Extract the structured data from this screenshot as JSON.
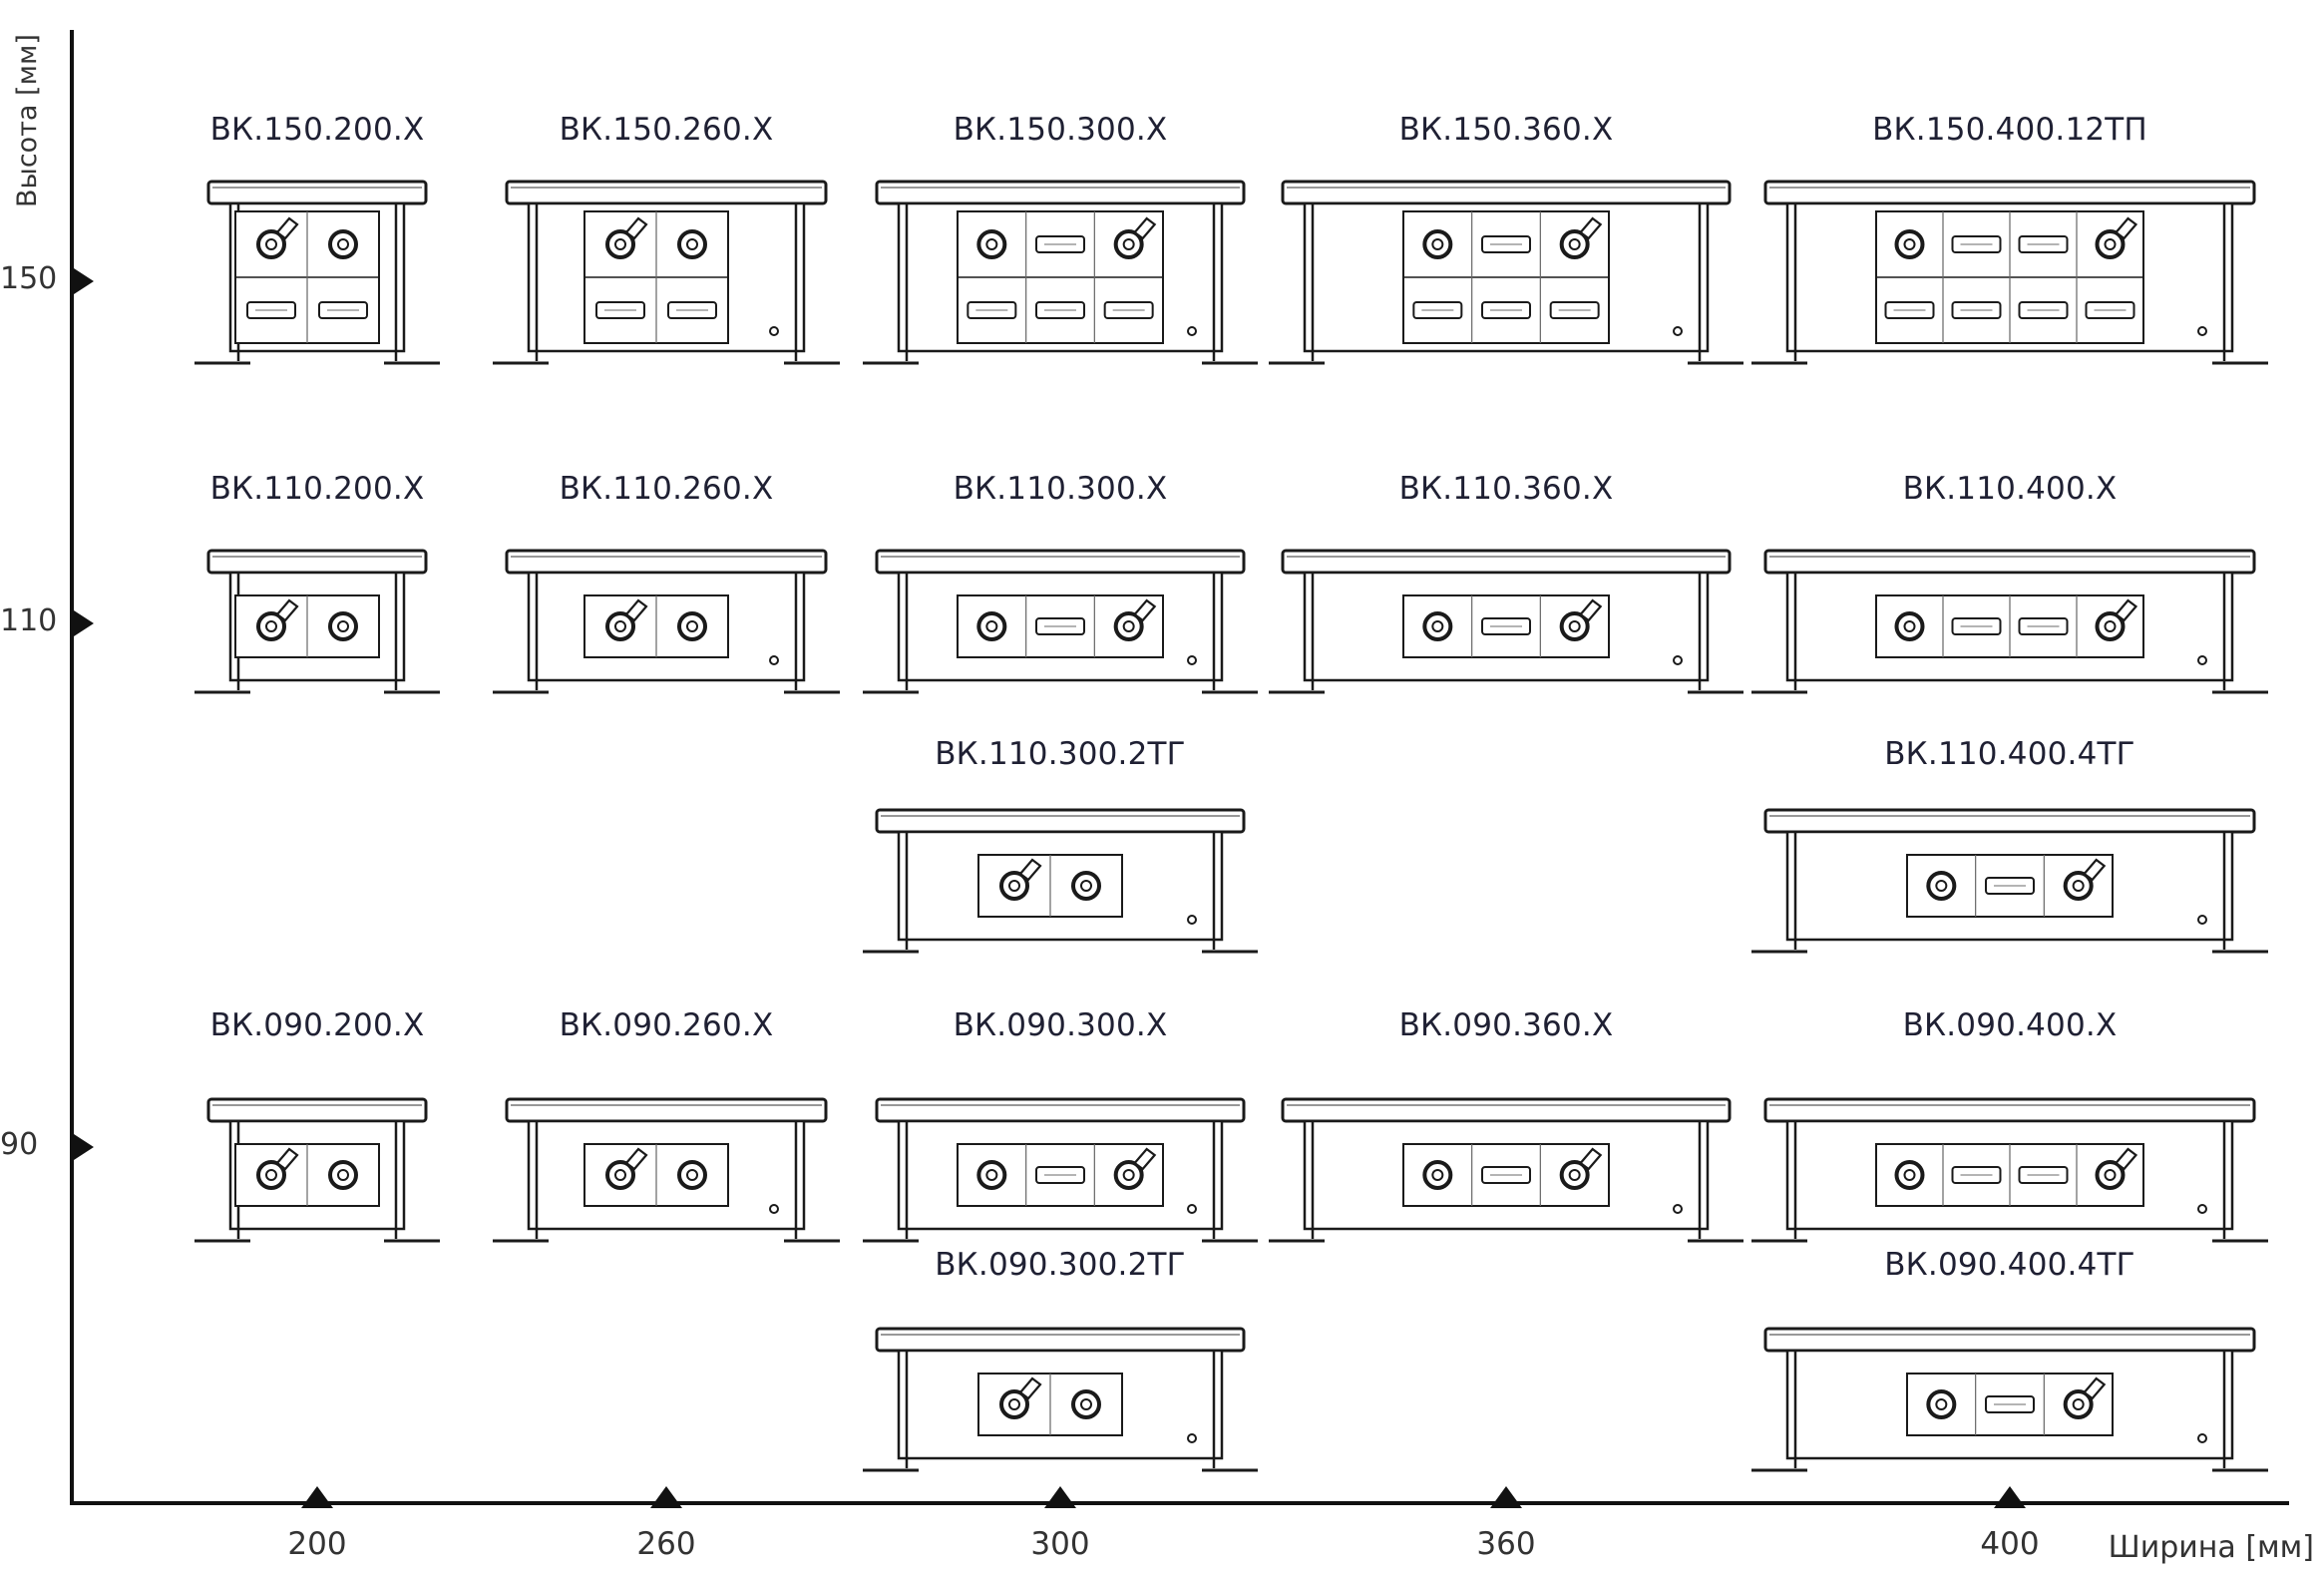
{
  "axes": {
    "y_label": "Высота [мм]",
    "x_label": "Ширина [мм]",
    "y_ticks": [
      "150",
      "110",
      "90"
    ],
    "x_ticks": [
      "200",
      "260",
      "300",
      "360",
      "400"
    ]
  },
  "models": [
    {
      "label": "ВК.150.200.Х",
      "height": "150",
      "width": "200",
      "ports": 2,
      "rows": 2,
      "valve": 0
    },
    {
      "label": "ВК.150.260.Х",
      "height": "150",
      "width": "260",
      "ports": 2,
      "rows": 2,
      "valve": 0
    },
    {
      "label": "ВК.150.300.Х",
      "height": "150",
      "width": "300",
      "ports": 3,
      "rows": 2,
      "valve": 2
    },
    {
      "label": "ВК.150.360.Х",
      "height": "150",
      "width": "360",
      "ports": 3,
      "rows": 2,
      "valve": 2
    },
    {
      "label": "ВК.150.400.12ТП",
      "height": "150",
      "width": "400",
      "ports": 4,
      "rows": 2,
      "valve": 3
    },
    {
      "label": "ВК.110.200.Х",
      "height": "110",
      "width": "200",
      "ports": 2,
      "rows": 1,
      "valve": 0
    },
    {
      "label": "ВК.110.260.Х",
      "height": "110",
      "width": "260",
      "ports": 2,
      "rows": 1,
      "valve": 0
    },
    {
      "label": "ВК.110.300.Х",
      "height": "110",
      "width": "300",
      "ports": 3,
      "rows": 1,
      "valve": 2
    },
    {
      "label": "ВК.110.360.Х",
      "height": "110",
      "width": "360",
      "ports": 3,
      "rows": 1,
      "valve": 2
    },
    {
      "label": "ВК.110.400.Х",
      "height": "110",
      "width": "400",
      "ports": 4,
      "rows": 1,
      "valve": 3
    },
    {
      "label": "ВК.110.300.2ТГ",
      "height": "110",
      "width": "300",
      "ports": 2,
      "rows": 1,
      "valve": 0
    },
    {
      "label": "ВК.110.400.4ТГ",
      "height": "110",
      "width": "400",
      "ports": 3,
      "rows": 1,
      "valve": 2
    },
    {
      "label": "ВК.090.200.Х",
      "height": "90",
      "width": "200",
      "ports": 2,
      "rows": 1,
      "valve": 0
    },
    {
      "label": "ВК.090.260.Х",
      "height": "90",
      "width": "260",
      "ports": 2,
      "rows": 1,
      "valve": 0
    },
    {
      "label": "ВК.090.300.Х",
      "height": "90",
      "width": "300",
      "ports": 3,
      "rows": 1,
      "valve": 2
    },
    {
      "label": "ВК.090.360.Х",
      "height": "90",
      "width": "360",
      "ports": 3,
      "rows": 1,
      "valve": 2
    },
    {
      "label": "ВК.090.400.Х",
      "height": "90",
      "width": "400",
      "ports": 4,
      "rows": 1,
      "valve": 3
    },
    {
      "label": "ВК.090.300.2ТГ",
      "height": "90",
      "width": "300",
      "ports": 2,
      "rows": 1,
      "valve": 0
    },
    {
      "label": "ВК.090.400.4ТГ",
      "height": "90",
      "width": "400",
      "ports": 3,
      "rows": 1,
      "valve": 2
    }
  ],
  "colors": {
    "ink": "#1a1a1a",
    "frame": "#555555",
    "text": "#1f2033"
  }
}
